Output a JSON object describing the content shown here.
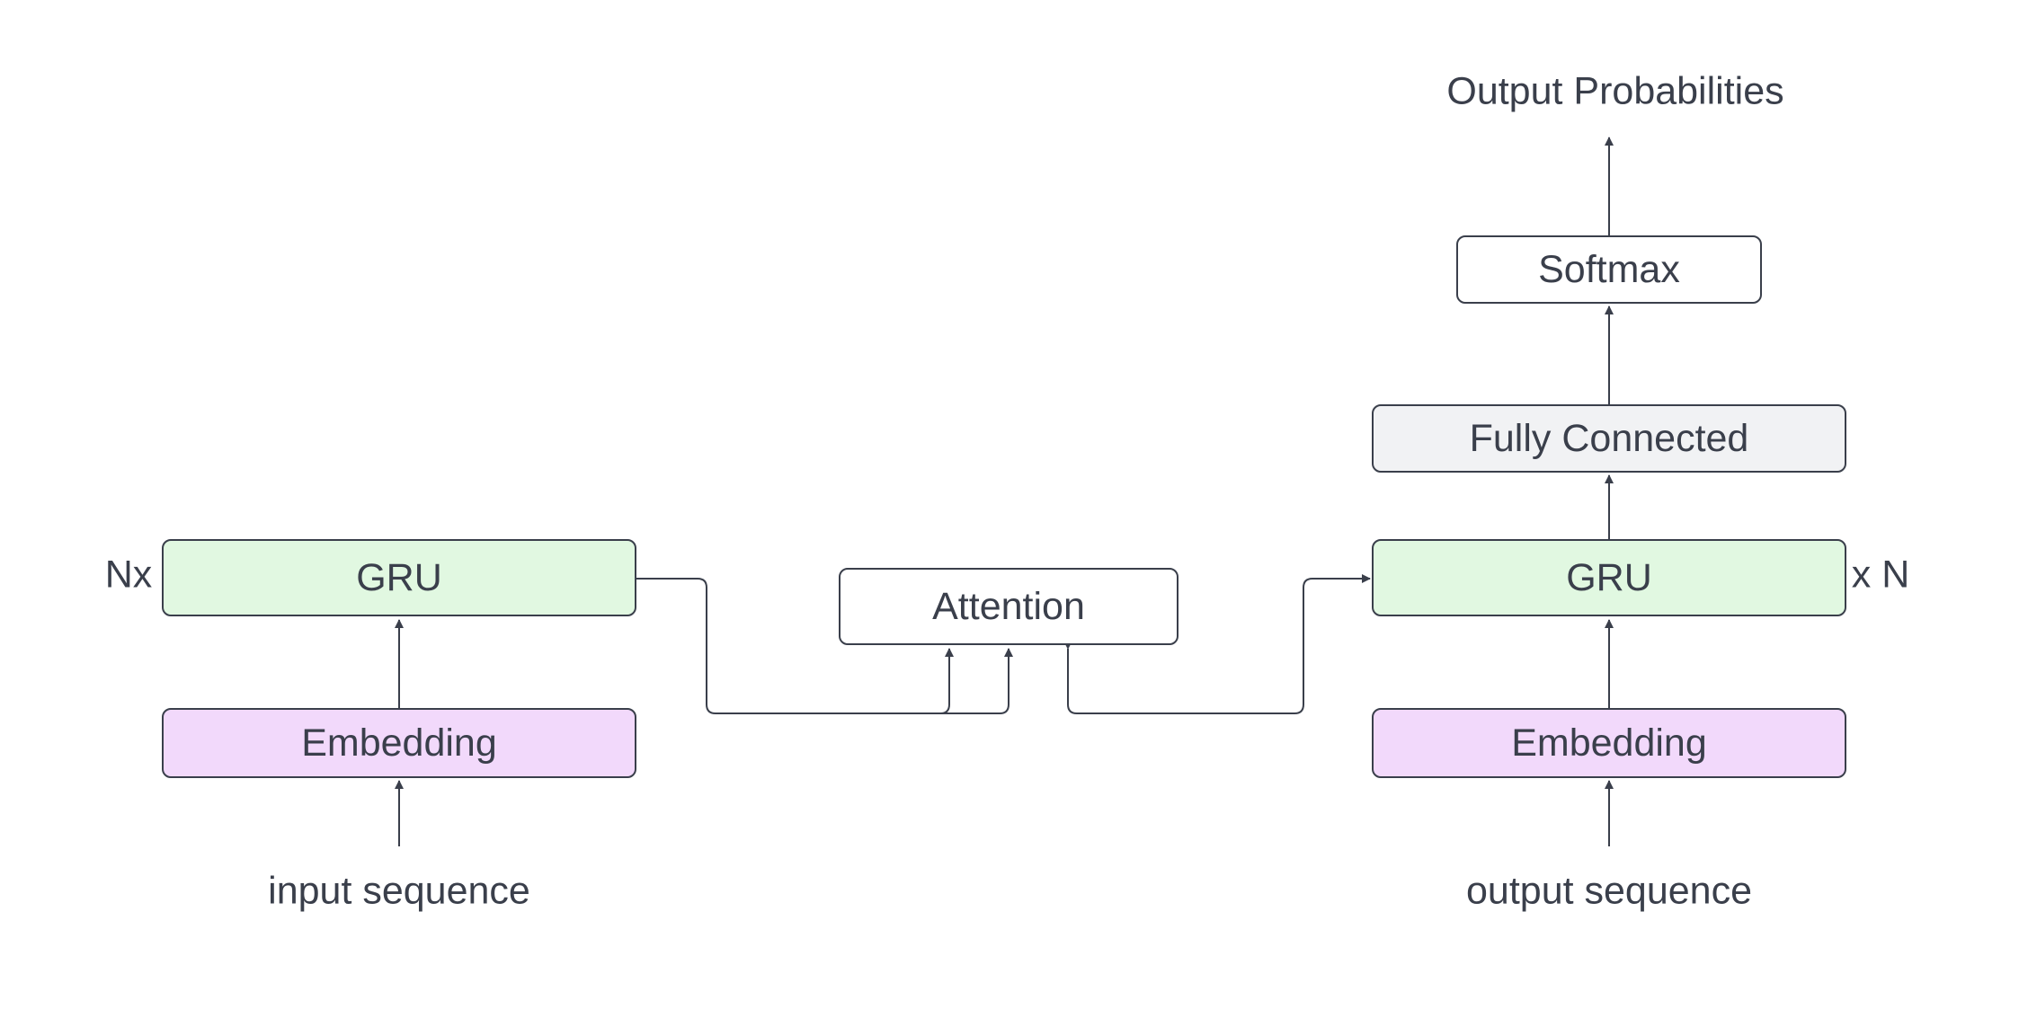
{
  "nodes": {
    "enc_gru": "GRU",
    "enc_embedding": "Embedding",
    "attention": "Attention",
    "dec_gru": "GRU",
    "dec_embedding": "Embedding",
    "fully_connected": "Fully Connected",
    "softmax": "Softmax"
  },
  "labels": {
    "input_sequence": "input sequence",
    "output_sequence": "output sequence",
    "output_probabilities": "Output Probabilities",
    "enc_repeat": "Nx",
    "dec_repeat": "x N"
  },
  "colors": {
    "gru_fill": "#e1f8e1",
    "embedding_fill": "#f2d9fb",
    "fully_connected_fill": "#f1f2f4",
    "default_fill": "#ffffff",
    "stroke": "#3a3f4b"
  }
}
